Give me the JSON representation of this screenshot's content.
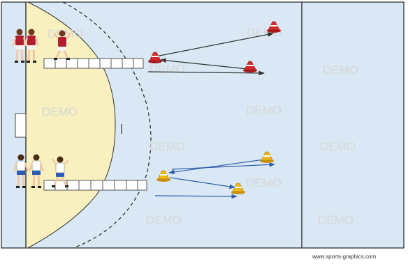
{
  "drill": {
    "watermark_text": "DEMO",
    "credit_text": "www.sports-graphics.com",
    "colors": {
      "court": "#d9e8f4",
      "court_line": "#222222",
      "goal_area": "#f8f0bf",
      "cone_red": "#d42a2a",
      "cone_yellow": "#f0b41c",
      "arrow_dark": "#333333",
      "arrow_blue": "#2f5fa8",
      "team_red_shirt": "#b11f2e",
      "team_white_shirt": "#ffffff",
      "team_white_shorts": "#2b5bb5"
    },
    "upper_group": {
      "team": "red",
      "players": 3,
      "ladder_rungs": 8,
      "cones": 3,
      "arrows": 3
    },
    "lower_group": {
      "team": "white",
      "players": 3,
      "ladder_rungs": 8,
      "cones": 3,
      "arrows": 4
    }
  }
}
